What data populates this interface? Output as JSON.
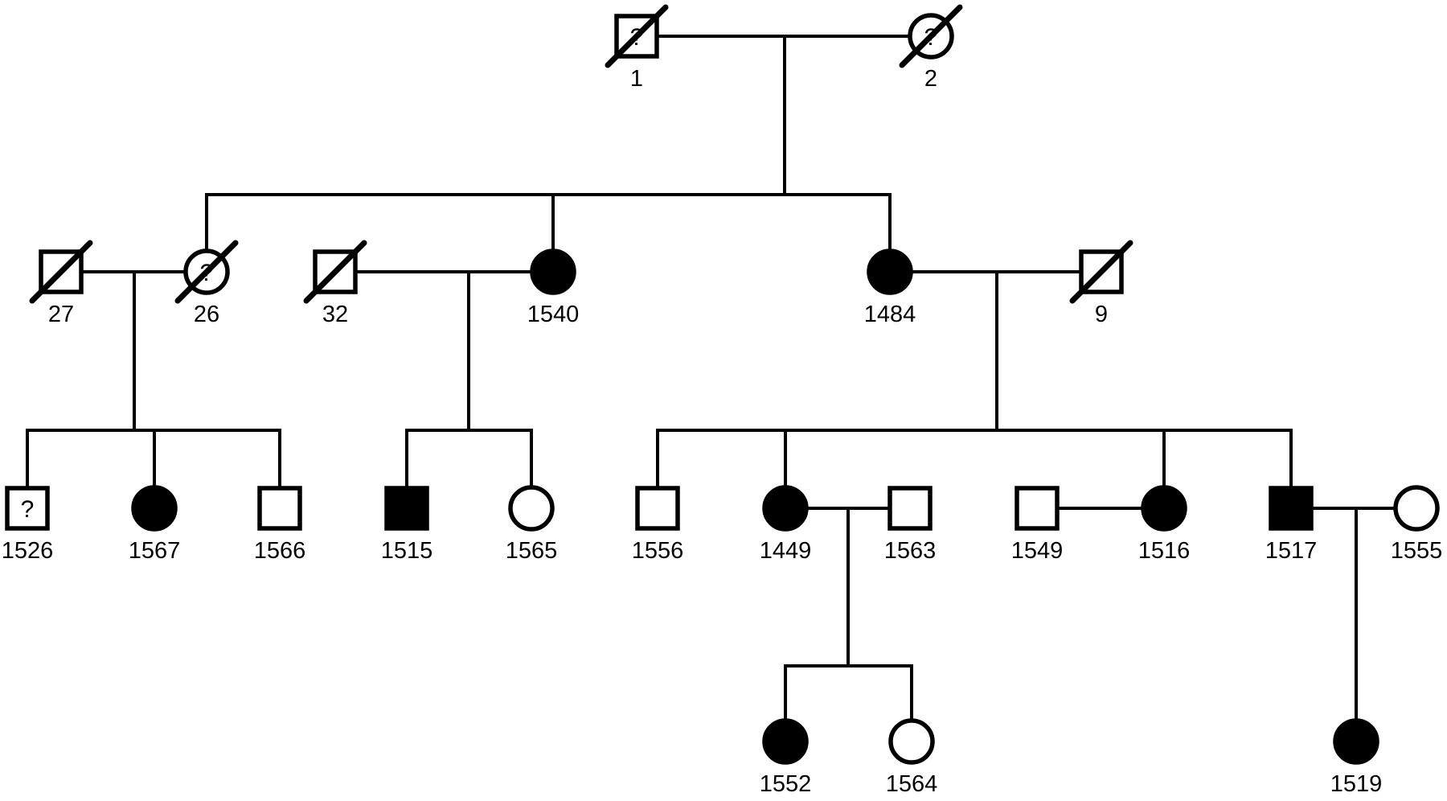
{
  "title": "Pedigree",
  "legend_semantics": {
    "square": "male",
    "circle": "female",
    "filled": "affected",
    "slash": "deceased",
    "question_mark": "unknown status"
  },
  "individuals": [
    {
      "id": "1",
      "label": "1",
      "sex": "male",
      "affected": false,
      "deceased": true,
      "unknown": true
    },
    {
      "id": "2",
      "label": "2",
      "sex": "female",
      "affected": false,
      "deceased": true,
      "unknown": true
    },
    {
      "id": "27",
      "label": "27",
      "sex": "male",
      "affected": false,
      "deceased": true,
      "unknown": false
    },
    {
      "id": "26",
      "label": "26",
      "sex": "female",
      "affected": false,
      "deceased": true,
      "unknown": true
    },
    {
      "id": "32",
      "label": "32",
      "sex": "male",
      "affected": false,
      "deceased": true,
      "unknown": false
    },
    {
      "id": "1540",
      "label": "1540",
      "sex": "female",
      "affected": true,
      "deceased": false,
      "unknown": false
    },
    {
      "id": "1484",
      "label": "1484",
      "sex": "female",
      "affected": true,
      "deceased": false,
      "unknown": false
    },
    {
      "id": "9",
      "label": "9",
      "sex": "male",
      "affected": false,
      "deceased": true,
      "unknown": false
    },
    {
      "id": "1526",
      "label": "1526",
      "sex": "male",
      "affected": false,
      "deceased": false,
      "unknown": true
    },
    {
      "id": "1567",
      "label": "1567",
      "sex": "female",
      "affected": true,
      "deceased": false,
      "unknown": false
    },
    {
      "id": "1566",
      "label": "1566",
      "sex": "male",
      "affected": false,
      "deceased": false,
      "unknown": false
    },
    {
      "id": "1515",
      "label": "1515",
      "sex": "male",
      "affected": true,
      "deceased": false,
      "unknown": false
    },
    {
      "id": "1565",
      "label": "1565",
      "sex": "female",
      "affected": false,
      "deceased": false,
      "unknown": false
    },
    {
      "id": "1556",
      "label": "1556",
      "sex": "male",
      "affected": false,
      "deceased": false,
      "unknown": false
    },
    {
      "id": "1449",
      "label": "1449",
      "sex": "female",
      "affected": true,
      "deceased": false,
      "unknown": false
    },
    {
      "id": "1563",
      "label": "1563",
      "sex": "male",
      "affected": false,
      "deceased": false,
      "unknown": false
    },
    {
      "id": "1549",
      "label": "1549",
      "sex": "male",
      "affected": false,
      "deceased": false,
      "unknown": false
    },
    {
      "id": "1516",
      "label": "1516",
      "sex": "female",
      "affected": true,
      "deceased": false,
      "unknown": false
    },
    {
      "id": "1517",
      "label": "1517",
      "sex": "male",
      "affected": true,
      "deceased": false,
      "unknown": false
    },
    {
      "id": "1555",
      "label": "1555",
      "sex": "female",
      "affected": false,
      "deceased": false,
      "unknown": false
    },
    {
      "id": "1552",
      "label": "1552",
      "sex": "female",
      "affected": true,
      "deceased": false,
      "unknown": false
    },
    {
      "id": "1564",
      "label": "1564",
      "sex": "female",
      "affected": false,
      "deceased": false,
      "unknown": false
    },
    {
      "id": "1519",
      "label": "1519",
      "sex": "female",
      "affected": true,
      "deceased": false,
      "unknown": false
    }
  ],
  "unions": [
    {
      "partners": [
        "1",
        "2"
      ],
      "children": [
        "26",
        "1540",
        "1484"
      ]
    },
    {
      "partners": [
        "27",
        "26"
      ],
      "children": [
        "1526",
        "1567",
        "1566"
      ]
    },
    {
      "partners": [
        "32",
        "1540"
      ],
      "children": [
        "1515",
        "1565"
      ]
    },
    {
      "partners": [
        "1484",
        "9"
      ],
      "children": [
        "1556",
        "1449",
        "1516",
        "1517"
      ]
    },
    {
      "partners": [
        "1449",
        "1563"
      ],
      "children": [
        "1552",
        "1564"
      ]
    },
    {
      "partners": [
        "1549",
        "1516"
      ],
      "children": []
    },
    {
      "partners": [
        "1517",
        "1555"
      ],
      "children": [
        "1519"
      ]
    }
  ],
  "question_mark": "?"
}
